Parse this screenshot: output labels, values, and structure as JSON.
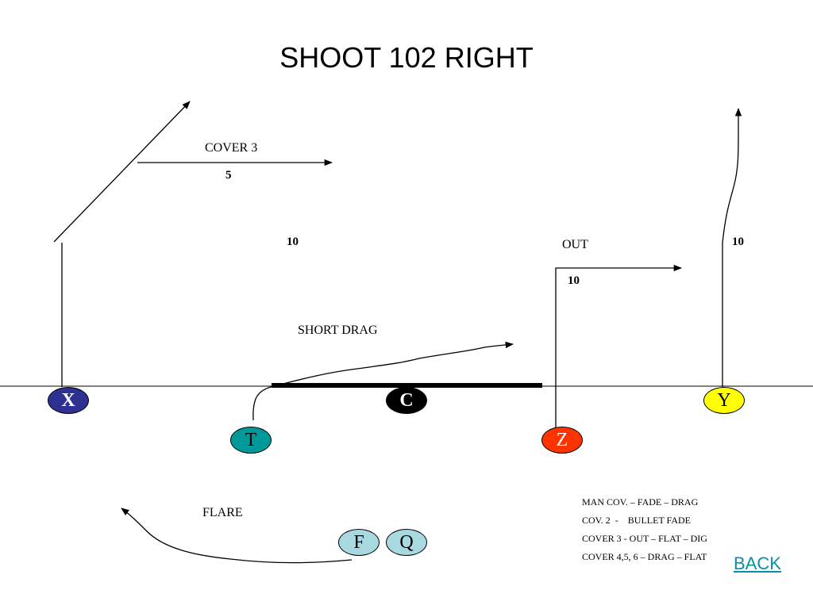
{
  "title": "SHOOT 102 RIGHT",
  "labels": {
    "cover3": "COVER 3",
    "out": "OUT",
    "short_drag": "SHORT DRAG",
    "flare": "FLARE"
  },
  "yardages": {
    "x_break": "5",
    "mid_depth": "10",
    "z_depth": "10",
    "y_depth": "10"
  },
  "players": {
    "x": {
      "label": "X",
      "color": "#2e3192"
    },
    "c": {
      "label": "C",
      "color": "#000000"
    },
    "y": {
      "label": "Y",
      "color": "#ffff00"
    },
    "t": {
      "label": "T",
      "color": "#009999"
    },
    "z": {
      "label": "Z",
      "color": "#ff3300"
    },
    "f": {
      "label": "F",
      "color": "#a8d8e0"
    },
    "q": {
      "label": "Q",
      "color": "#a8d8e0"
    }
  },
  "coverage_notes": [
    "MAN COV. – FADE – DRAG",
    "COV. 2  -    BULLET FADE",
    "COVER 3 - OUT – FLAT – DIG",
    "COVER 4,5, 6 – DRAG – FLAT"
  ],
  "back_link": "BACK"
}
